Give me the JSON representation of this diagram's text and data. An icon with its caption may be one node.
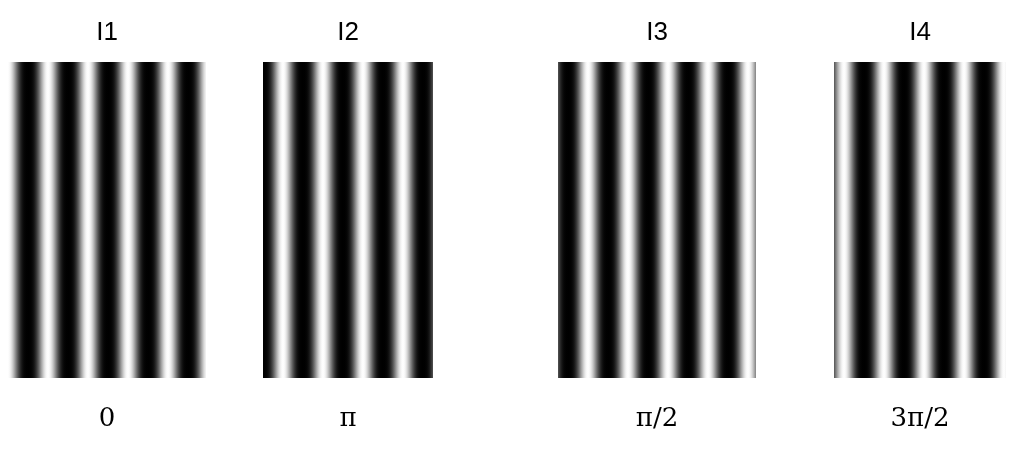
{
  "diagram": {
    "nodes": [
      {
        "text": [
          "I1"
        ],
        "beside": [
          "0"
        ]
      },
      {
        "text": [
          "I2"
        ],
        "beside": [
          "π"
        ]
      },
      {
        "text": [
          "I3"
        ],
        "beside": [
          "π/2"
        ]
      },
      {
        "text": [
          "I4"
        ],
        "beside": [
          "3π/2"
        ]
      }
    ]
  }
}
